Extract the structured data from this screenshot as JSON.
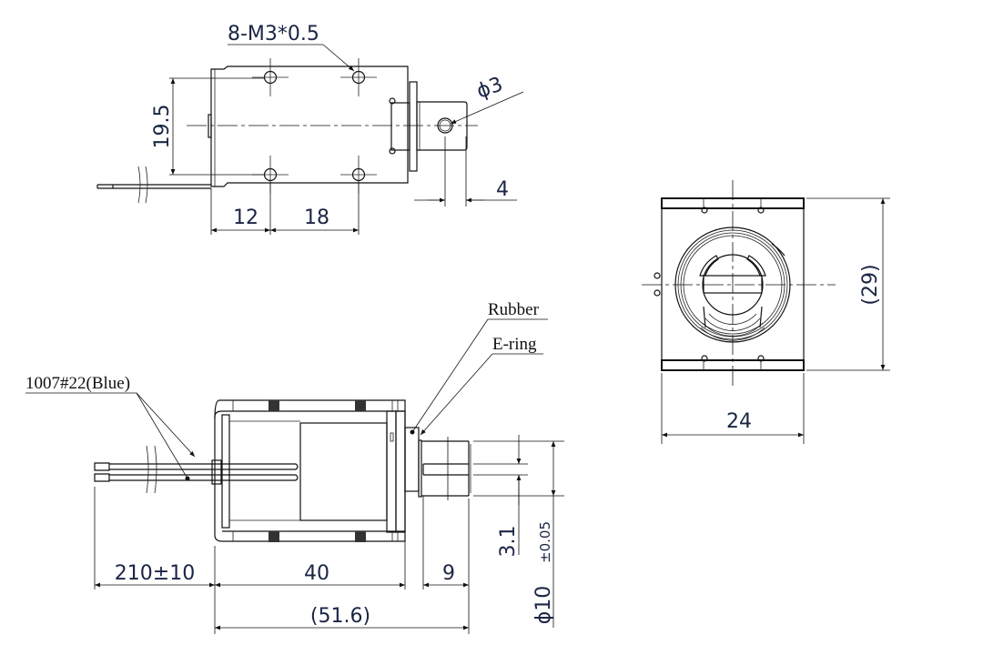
{
  "top_view": {
    "thread_callout": "8-M3*0.5",
    "hole_diameter": "ϕ3",
    "height_dim": "19.5",
    "dim_12": "12",
    "dim_18": "18",
    "dim_4": "4"
  },
  "side_view": {
    "wire_label": "1007#22(Blue)",
    "rubber_label": "Rubber",
    "ering_label": "E-ring",
    "wire_length": "210±10",
    "body_length": "40",
    "stroke": "9",
    "overall_length": "(51.6)",
    "slot_width": "3.1",
    "plunger_diameter": "ϕ10",
    "plunger_tolerance": "±0.05"
  },
  "end_view": {
    "height_dim": "(29)",
    "width_dim": "24"
  },
  "colors": {
    "dimension_text": "#1b2545",
    "line": "#111111"
  }
}
